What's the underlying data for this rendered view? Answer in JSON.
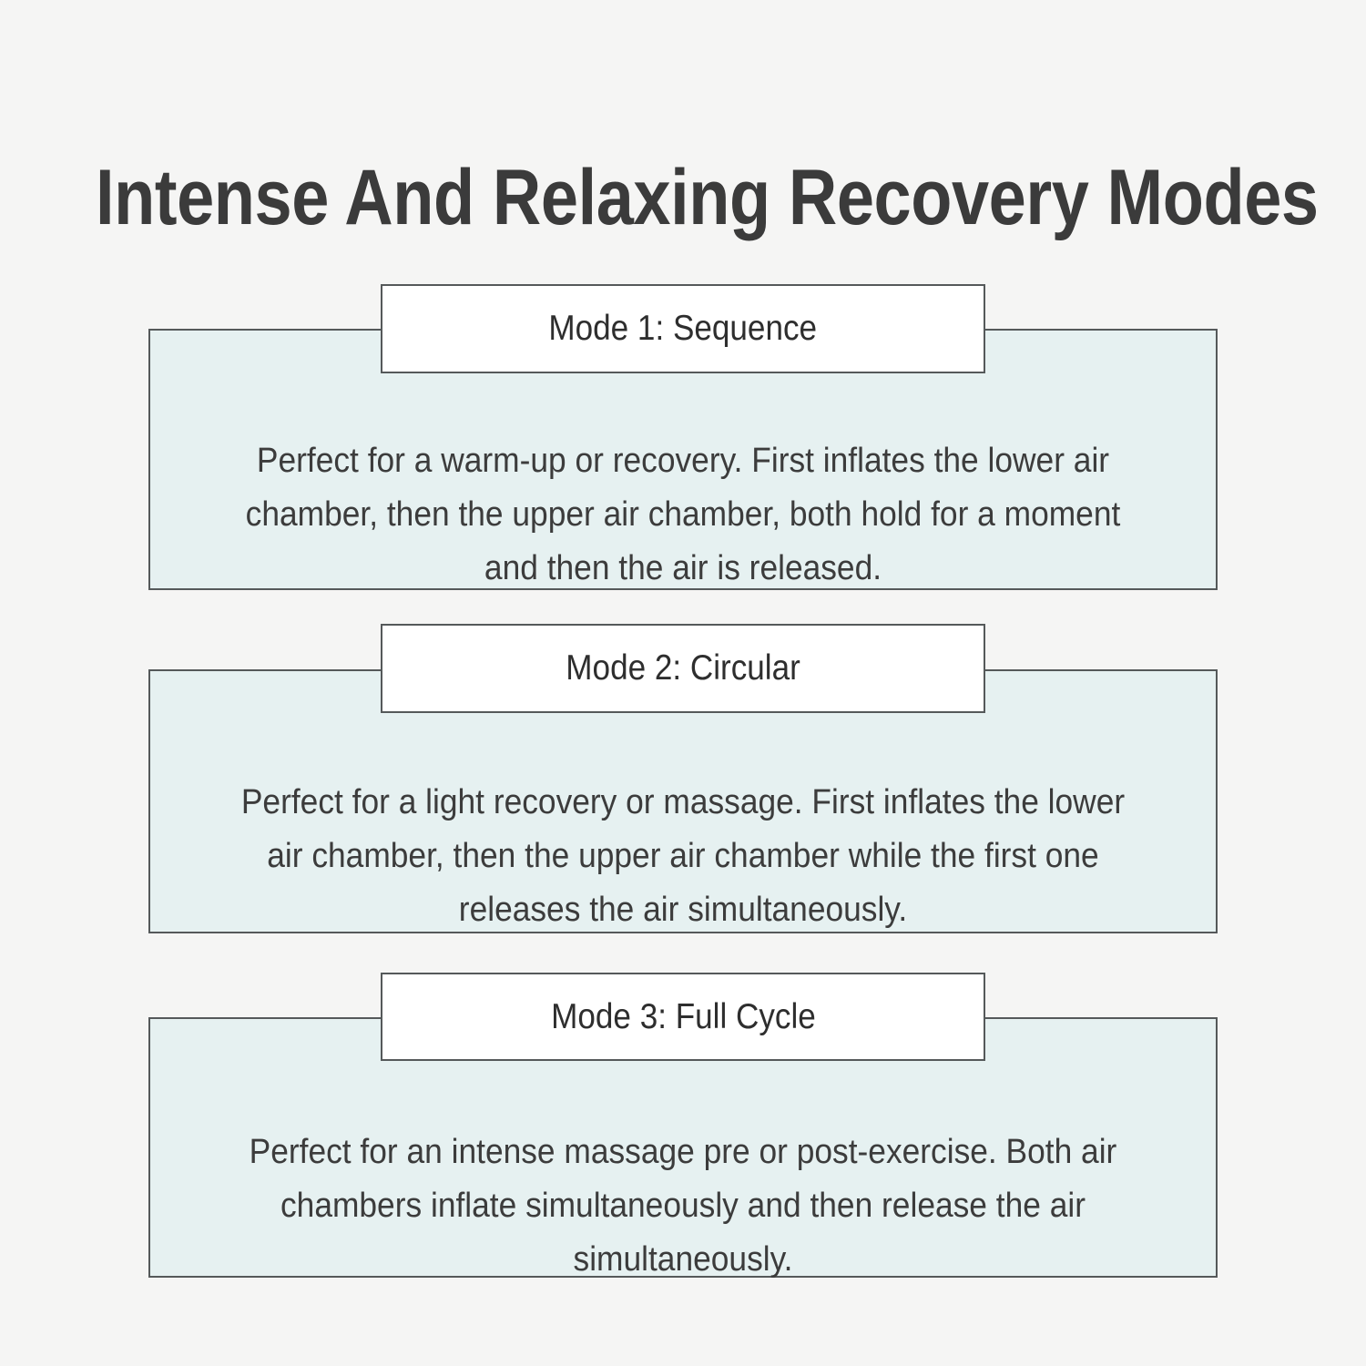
{
  "page": {
    "title": "Intense And Relaxing Recovery Modes",
    "background_color": "#f5f5f4",
    "title_color": "#3b3b3b"
  },
  "theme": {
    "card_body_fill": "#e6f1f1",
    "card_header_fill": "#ffffff",
    "border_color": "#55595a",
    "body_text_color": "#3c3c3c",
    "header_text_color": "#2e2e2e"
  },
  "cards": [
    {
      "header": "Mode 1: Sequence",
      "body": "Perfect for a warm-up or recovery. First inflates the lower air chamber, then the upper air chamber, both hold for a moment and then the air is released."
    },
    {
      "header": "Mode 2: Circular",
      "body": "Perfect for a light recovery or massage. First inflates the lower air chamber, then the upper air chamber while the first one releases the air simultaneously."
    },
    {
      "header": "Mode 3: Full Cycle",
      "body": "Perfect for an intense massage pre or post-exercise. Both air chambers inflate simultaneously and then release the air simultaneously."
    }
  ]
}
